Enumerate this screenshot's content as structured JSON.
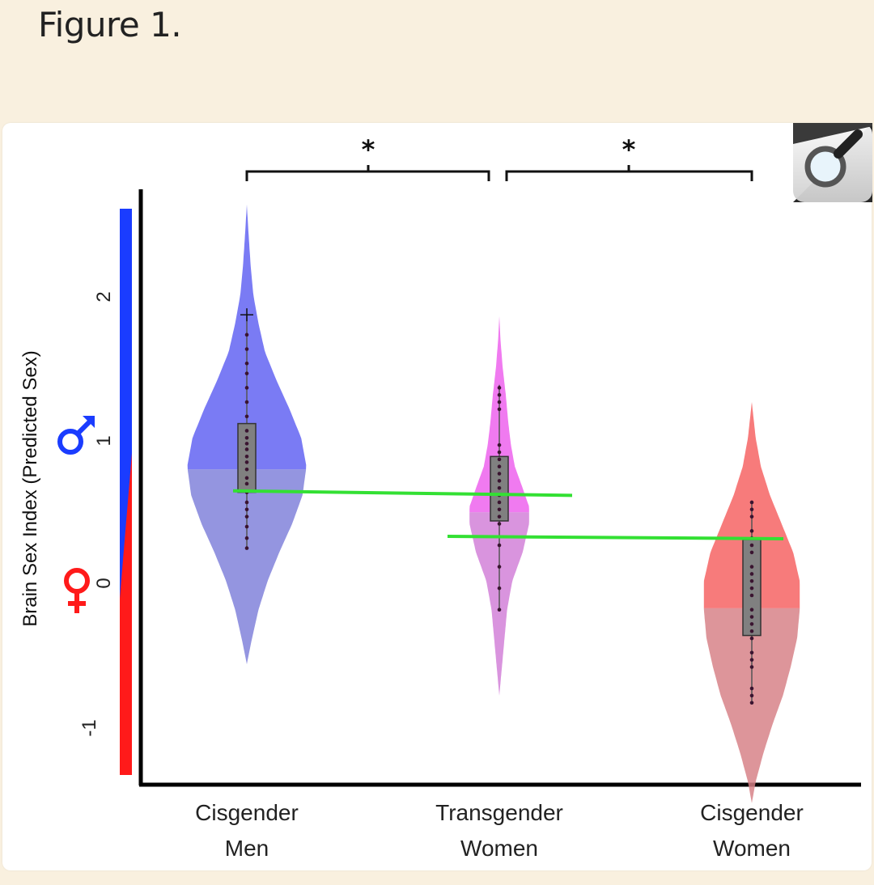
{
  "figure_heading": "Figure 1.",
  "icons": {
    "zoom": "magnifier-icon",
    "male": "male-symbol-icon",
    "female": "female-symbol-icon"
  },
  "colors": {
    "page_bg": "#f9f0df",
    "men": "#7a7bf4",
    "trans": "#f07af0",
    "women": "#f77b7b",
    "mean_line": "#33e033",
    "male_bar": "#1a3cff",
    "female_bar": "#ff1a1a"
  },
  "chart_data": {
    "type": "violin",
    "ylabel": "Brain Sex Index (Predicted Sex)",
    "ylim": [
      -1.4,
      2.75
    ],
    "yticks": [
      "-1",
      "0",
      "1",
      "2"
    ],
    "categories": [
      {
        "line1": "Cisgender",
        "line2": "Men"
      },
      {
        "line1": "Transgender",
        "line2": "Women"
      },
      {
        "line1": "Cisgender",
        "line2": "Women"
      }
    ],
    "series": [
      {
        "shape": [
          [
            -0.48,
            0
          ],
          [
            -0.3,
            0.04
          ],
          [
            -0.1,
            0.09
          ],
          [
            0.1,
            0.16
          ],
          [
            0.3,
            0.25
          ],
          [
            0.5,
            0.35
          ],
          [
            0.7,
            0.43
          ],
          [
            0.9,
            0.46
          ],
          [
            1.1,
            0.42
          ],
          [
            1.3,
            0.33
          ],
          [
            1.5,
            0.23
          ],
          [
            1.7,
            0.14
          ],
          [
            1.9,
            0.09
          ],
          [
            2.1,
            0.05
          ],
          [
            2.3,
            0.03
          ],
          [
            2.5,
            0.015
          ],
          [
            2.73,
            0
          ]
        ],
        "split": 0.88,
        "points": [
          0.33,
          0.4,
          0.48,
          0.55,
          0.6,
          0.65,
          0.72,
          0.78,
          0.82,
          0.88,
          0.93,
          0.97,
          1.02,
          1.06,
          1.1,
          1.15,
          1.25,
          1.35,
          1.45,
          1.55,
          1.62,
          1.72,
          1.82
        ],
        "outlier": 1.96,
        "q1": 0.72,
        "q3": 1.2,
        "whisker": [
          0.33,
          1.96
        ],
        "mean": 0.73
      },
      {
        "shape": [
          [
            -0.7,
            0
          ],
          [
            -0.5,
            0.02
          ],
          [
            -0.3,
            0.04
          ],
          [
            -0.1,
            0.06
          ],
          [
            0.1,
            0.1
          ],
          [
            0.3,
            0.18
          ],
          [
            0.5,
            0.23
          ],
          [
            0.62,
            0.23
          ],
          [
            0.75,
            0.18
          ],
          [
            0.9,
            0.12
          ],
          [
            1.05,
            0.09
          ],
          [
            1.2,
            0.07
          ],
          [
            1.4,
            0.05
          ],
          [
            1.6,
            0.025
          ],
          [
            1.8,
            0.008
          ],
          [
            1.95,
            0
          ]
        ],
        "split": 0.58,
        "points": [
          -0.1,
          0.05,
          0.2,
          0.35,
          0.5,
          0.55,
          0.6,
          0.65,
          0.7,
          0.75,
          0.8,
          0.85,
          0.9,
          0.95,
          1.0,
          1.05,
          1.3,
          1.35,
          1.4,
          1.45
        ],
        "q1": 0.52,
        "q3": 0.97,
        "whisker": [
          -0.1,
          1.47
        ],
        "mean": 0.71
      },
      {
        "shape": [
          [
            -1.45,
            0
          ],
          [
            -1.3,
            0.03
          ],
          [
            -1.1,
            0.09
          ],
          [
            -0.9,
            0.16
          ],
          [
            -0.7,
            0.24
          ],
          [
            -0.5,
            0.3
          ],
          [
            -0.3,
            0.35
          ],
          [
            -0.1,
            0.37
          ],
          [
            0.1,
            0.37
          ],
          [
            0.3,
            0.32
          ],
          [
            0.5,
            0.23
          ],
          [
            0.7,
            0.14
          ],
          [
            0.9,
            0.07
          ],
          [
            1.1,
            0.03
          ],
          [
            1.35,
            0
          ]
        ],
        "split": -0.09,
        "points": [
          -0.75,
          -0.7,
          -0.65,
          -0.5,
          -0.45,
          -0.4,
          -0.3,
          -0.25,
          -0.2,
          -0.15,
          -0.1,
          0.0,
          0.05,
          0.1,
          0.15,
          0.2,
          0.3,
          0.35,
          0.4,
          0.45,
          0.55,
          0.6,
          0.65
        ],
        "q1": -0.28,
        "q3": 0.39,
        "whisker": [
          -0.75,
          0.65
        ],
        "mean": 0.39
      }
    ],
    "significance": [
      {
        "from": 0,
        "to": 1,
        "label": "*"
      },
      {
        "from": 1,
        "to": 2,
        "label": "*"
      }
    ]
  }
}
